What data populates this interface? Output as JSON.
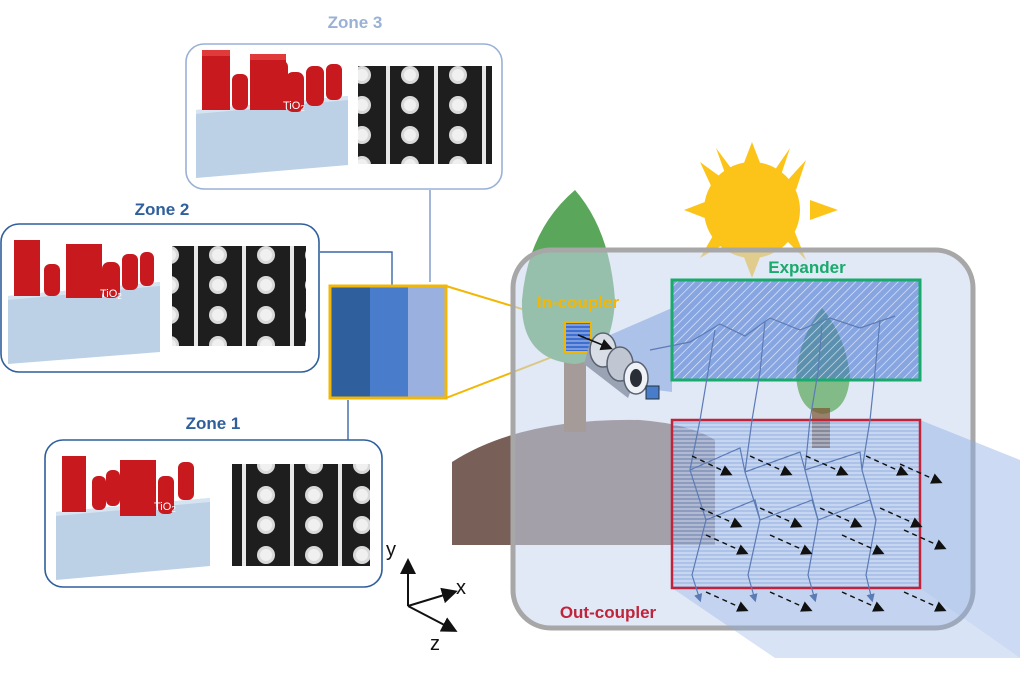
{
  "zones": [
    {
      "key": "zone3",
      "title": "Zone 3",
      "material": "TiO",
      "material_sub": "2"
    },
    {
      "key": "zone2",
      "title": "Zone 2",
      "material": "TiO",
      "material_sub": "2"
    },
    {
      "key": "zone1",
      "title": "Zone 1",
      "material": "TiO",
      "material_sub": "2"
    }
  ],
  "labels": {
    "expander": "Expander",
    "in_coupler": "In-coupler",
    "out_coupler": "Out-coupler"
  },
  "axes": {
    "x": "x",
    "y": "y",
    "z": "z"
  },
  "colors": {
    "zone3": "#9ab1d6",
    "zone2": "#2f5f9c",
    "zone1": "#2f5f9c",
    "expander": "#1aaa6c",
    "in_coupler": "#f2b705",
    "out_coupler": "#c0243a",
    "pillar": "#c8191e",
    "substrate": "#bcd0e6",
    "sun": "#fcc419"
  }
}
